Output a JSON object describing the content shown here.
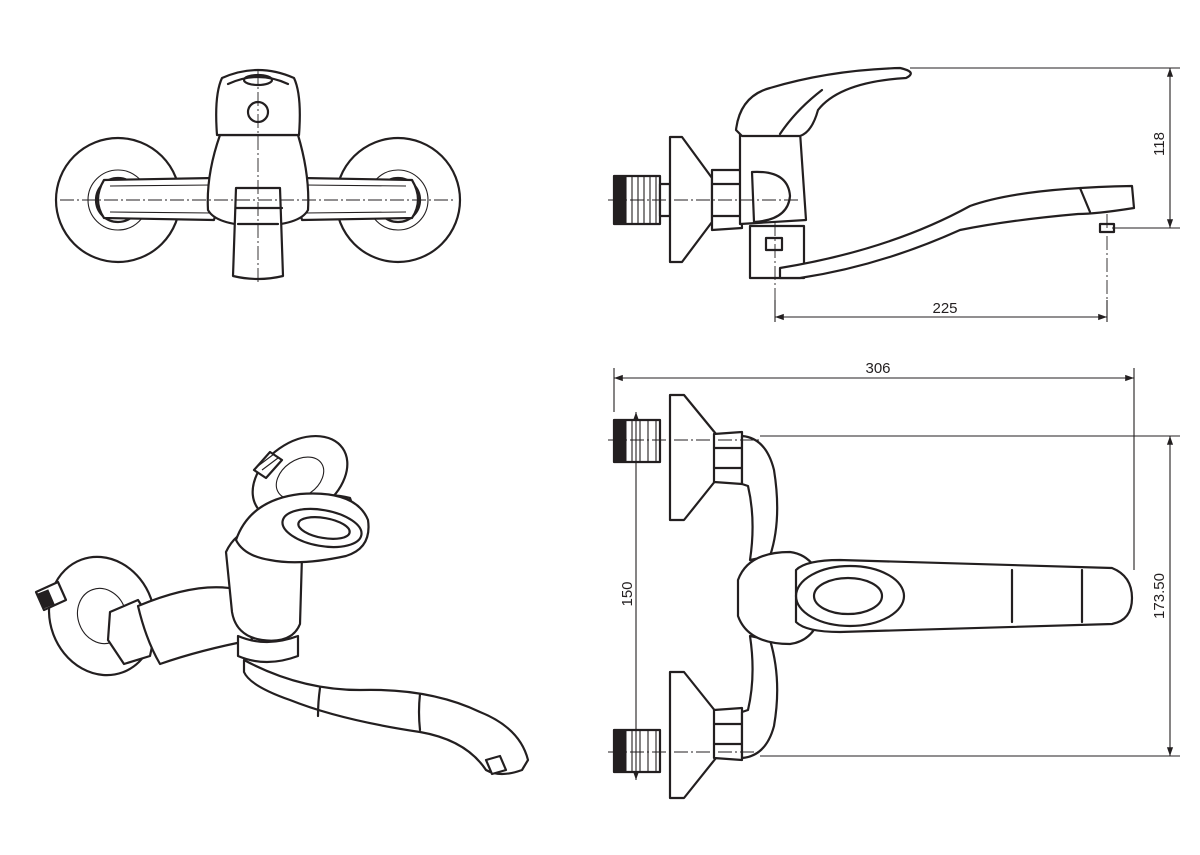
{
  "drawing": {
    "dimensions": {
      "side_height": "118",
      "side_reach": "225",
      "plan_width": "306",
      "plan_center_distance": "150",
      "plan_height": "173.50"
    }
  }
}
